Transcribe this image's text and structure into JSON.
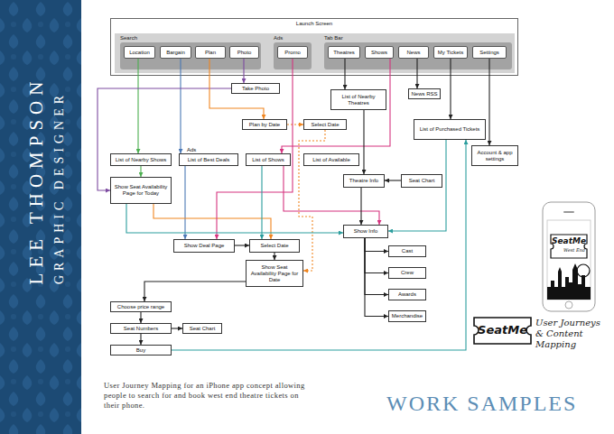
{
  "diagram": {
    "title": "LEE THOMPSON",
    "caption": "User Journey Mapping for an iPhone app concept allowing people to search for and book west end theatre tickets on their phone.",
    "nodes": [
      {
        "text": [
          "Launch Screen"
        ]
      },
      {
        "text": [
          "Search"
        ],
        "in": 0
      },
      {
        "text": [
          "Location"
        ],
        "in": 1
      },
      {
        "text": [
          "Bargain"
        ],
        "in": 1
      },
      {
        "text": [
          "Plan"
        ],
        "in": 1
      },
      {
        "text": [
          "Photo"
        ],
        "in": 1
      },
      {
        "text": [
          "Ads"
        ],
        "in": 0
      },
      {
        "text": [
          "Promo"
        ],
        "in": 6
      },
      {
        "text": [
          "Tab Bar"
        ],
        "in": 0
      },
      {
        "text": [
          "Theatres"
        ],
        "in": 8
      },
      {
        "text": [
          "Shows"
        ],
        "in": 8
      },
      {
        "text": [
          "News"
        ],
        "in": 8
      },
      {
        "text": [
          "My Tickets"
        ],
        "in": 8
      },
      {
        "text": [
          "Settings"
        ],
        "in": 8
      },
      {
        "text": [
          "Take Photo"
        ]
      },
      {
        "text": [
          "List of Nearby Theatres"
        ]
      },
      {
        "text": [
          "News RSS"
        ]
      },
      {
        "text": [
          "Plan by Date"
        ]
      },
      {
        "text": [
          "Select Date"
        ]
      },
      {
        "text": [
          "List of Purchased Tickets"
        ]
      },
      {
        "text": [
          "Account & app settings"
        ]
      },
      {
        "text": [
          "List of Nearby Shows"
        ]
      },
      {
        "text": [
          "Ads",
          "List of Best Deals"
        ]
      },
      {
        "text": [
          "List of Shows"
        ]
      },
      {
        "text": [
          "List of Available"
        ]
      },
      {
        "text": [
          "Show Seat Availability Page for Today"
        ]
      },
      {
        "text": [
          "Theatre Info"
        ]
      },
      {
        "text": [
          "Seat Chart"
        ]
      },
      {
        "text": [
          "Show Info"
        ]
      },
      {
        "text": [
          "Show Deal Page"
        ]
      },
      {
        "text": [
          "Select Date"
        ]
      },
      {
        "text": [
          "Cast"
        ]
      },
      {
        "text": [
          "Crew"
        ]
      },
      {
        "text": [
          "Show Seat Availability Page for Date"
        ]
      },
      {
        "text": [
          "Awards"
        ]
      },
      {
        "text": [
          "Merchandise"
        ]
      },
      {
        "text": [
          "Choose price range"
        ]
      },
      {
        "text": [
          "Seat Numbers"
        ]
      },
      {
        "text": [
          "Seat Chart"
        ]
      },
      {
        "text": [
          "Buy"
        ]
      }
    ],
    "edges": [
      {
        "from": 2,
        "to": 21,
        "arrow": "to"
      },
      {
        "from": 21,
        "to": 25,
        "arrow": "to"
      },
      {
        "from": 3,
        "to": 22,
        "arrow": "to"
      },
      {
        "from": 22,
        "to": 29,
        "arrow": "to"
      },
      {
        "from": 5,
        "to": 14,
        "arrow": "to"
      },
      {
        "from": 14,
        "to": 25,
        "arrow": "to"
      },
      {
        "from": 4,
        "to": 17,
        "arrow": "to"
      },
      {
        "from": 17,
        "to": 18,
        "arrow": "to"
      },
      {
        "from": 18,
        "to": 33,
        "arrow": "to"
      },
      {
        "from": 25,
        "to": 30,
        "arrow": "to"
      },
      {
        "from": 30,
        "to": 33,
        "arrow": "to"
      },
      {
        "from": 29,
        "to": 30,
        "arrow": "to"
      },
      {
        "from": 7,
        "to": 29,
        "arrow": "to"
      },
      {
        "from": 10,
        "to": 23,
        "arrow": "to"
      },
      {
        "from": 23,
        "to": 28,
        "arrow": "to"
      },
      {
        "from": 9,
        "to": 15,
        "arrow": "to"
      },
      {
        "from": 15,
        "to": 26,
        "arrow": "to"
      },
      {
        "from": 27,
        "to": 26,
        "arrow": "to"
      },
      {
        "from": 26,
        "to": 28,
        "arrow": "to"
      },
      {
        "from": 11,
        "to": 16,
        "arrow": "to"
      },
      {
        "from": 12,
        "to": 19,
        "arrow": "to"
      },
      {
        "from": 13,
        "to": 20,
        "arrow": "to"
      },
      {
        "from": 28,
        "to": 31,
        "arrow": "to"
      },
      {
        "from": 28,
        "to": 32,
        "arrow": "to"
      },
      {
        "from": 28,
        "to": 34,
        "arrow": "to"
      },
      {
        "from": 28,
        "to": 35,
        "arrow": "to"
      },
      {
        "from": 25,
        "to": 28,
        "arrow": "to"
      },
      {
        "from": 23,
        "to": 30,
        "arrow": "to"
      },
      {
        "from": 19,
        "to": 28,
        "arrow": "to"
      },
      {
        "from": 33,
        "to": 36,
        "arrow": "to"
      },
      {
        "from": 36,
        "to": 37,
        "arrow": "to"
      },
      {
        "from": 37,
        "to": 38,
        "arrow": "to"
      },
      {
        "from": 37,
        "to": 39,
        "arrow": "to"
      },
      {
        "from": 39,
        "to": 19,
        "arrow": "to"
      }
    ],
    "labels": [
      "GRAPHIC DESIGNER",
      "SeatMe",
      "West End",
      "SeatMe",
      "User Journeys & Content Mapping",
      "WORK SAMPLES"
    ]
  }
}
